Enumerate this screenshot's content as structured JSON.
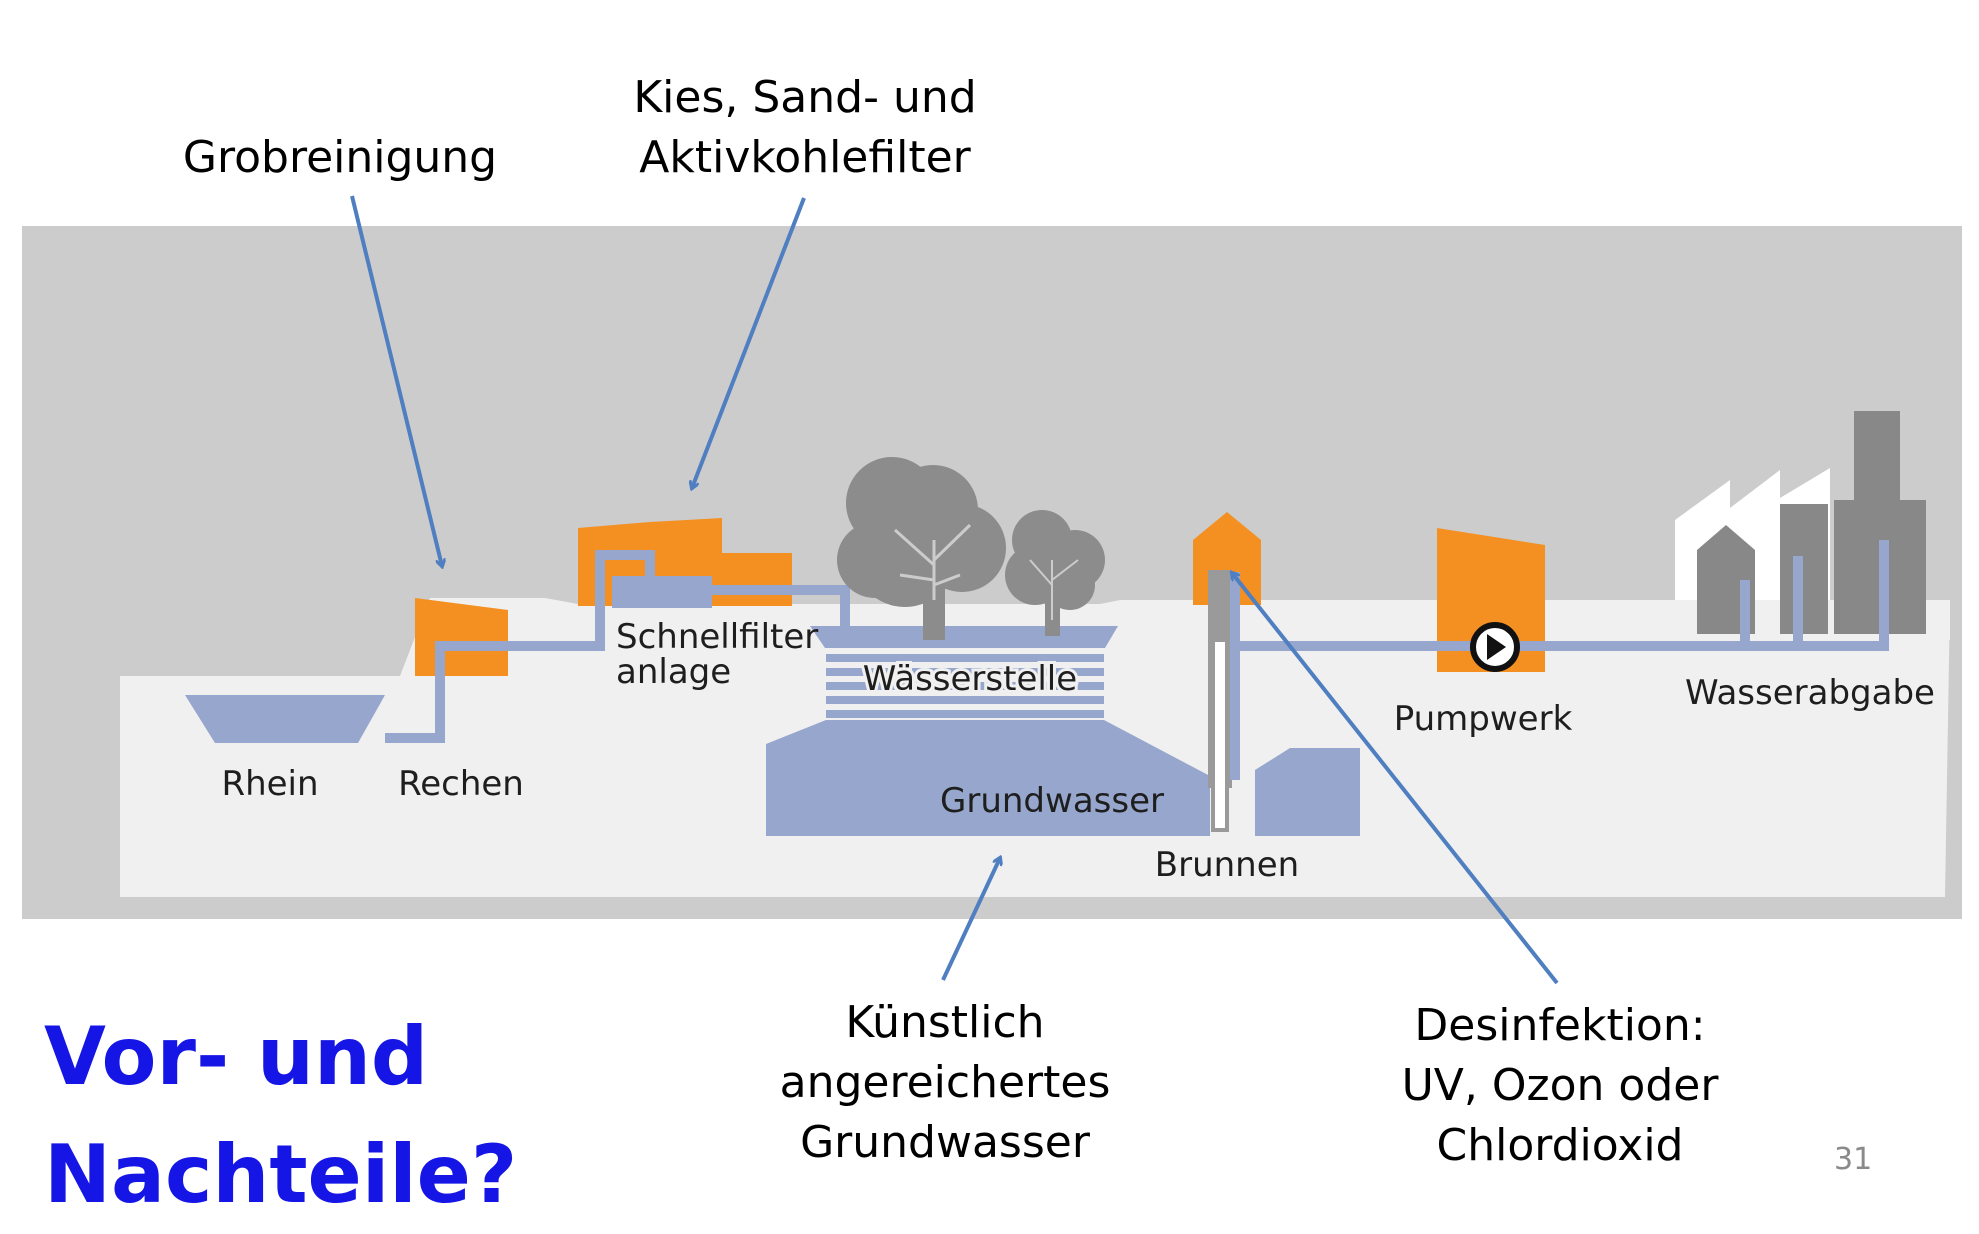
{
  "annotations": {
    "grobreinigung": "Grobreinigung",
    "filter": [
      "Kies, Sand- und",
      "Aktivkohlefilter"
    ],
    "grundwasser": [
      "Künstlich",
      "angereichertes",
      "Grundwasser"
    ],
    "desinfektion": [
      "Desinfektion:",
      "UV, Ozon oder",
      "Chlordioxid"
    ]
  },
  "diagram_labels": {
    "rhein": "Rhein",
    "rechen": "Rechen",
    "schnellfilter": [
      "Schnellfilter",
      "anlage"
    ],
    "waesserstelle": "Wässerstelle",
    "grundwasser": "Grundwasser",
    "brunnen": "Brunnen",
    "pumpwerk": "Pumpwerk",
    "wasserabgabe": "Wasserabgabe"
  },
  "question": [
    "Vor- und",
    "Nachteile?"
  ],
  "page_number": "31",
  "colors": {
    "background_band": "#cccccc",
    "ground": "#f0f0f0",
    "water": "#96a6cc",
    "building": "#f39021",
    "industry": "#888888",
    "tree": "#8c8c8c",
    "arrow": "#4f7fc0",
    "question_text": "#1515e6"
  }
}
